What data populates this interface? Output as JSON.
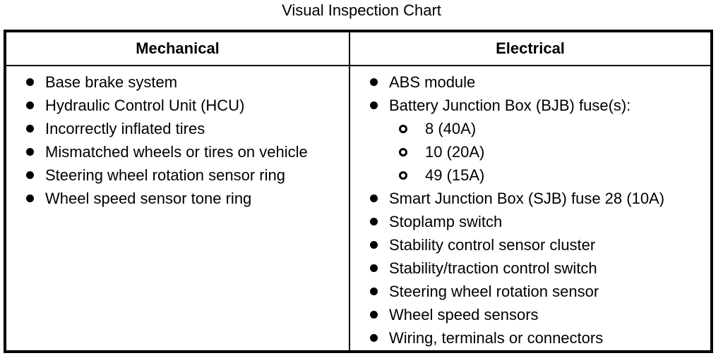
{
  "title": "Visual Inspection Chart",
  "colors": {
    "text": "#000000",
    "background": "#ffffff",
    "border": "#000000"
  },
  "table": {
    "columns": [
      {
        "header": "Mechanical",
        "items": [
          {
            "label": "Base brake system",
            "level": 1
          },
          {
            "label": "Hydraulic Control Unit (HCU)",
            "level": 1
          },
          {
            "label": "Incorrectly inflated tires",
            "level": 1
          },
          {
            "label": "Mismatched wheels or tires on vehicle",
            "level": 1
          },
          {
            "label": "Steering wheel rotation sensor ring",
            "level": 1
          },
          {
            "label": "Wheel speed sensor tone ring",
            "level": 1
          }
        ]
      },
      {
        "header": "Electrical",
        "items": [
          {
            "label": "ABS module",
            "level": 1
          },
          {
            "label": "Battery Junction Box (BJB) fuse(s):",
            "level": 1
          },
          {
            "label": "8 (40A)",
            "level": 2
          },
          {
            "label": "10 (20A)",
            "level": 2
          },
          {
            "label": "49 (15A)",
            "level": 2
          },
          {
            "label": "Smart Junction Box (SJB) fuse 28 (10A)",
            "level": 1
          },
          {
            "label": "Stoplamp switch",
            "level": 1
          },
          {
            "label": "Stability control sensor cluster",
            "level": 1
          },
          {
            "label": "Stability/traction control switch",
            "level": 1
          },
          {
            "label": "Steering wheel rotation sensor",
            "level": 1
          },
          {
            "label": "Wheel speed sensors",
            "level": 1
          },
          {
            "label": "Wiring, terminals or connectors",
            "level": 1
          }
        ]
      }
    ]
  }
}
